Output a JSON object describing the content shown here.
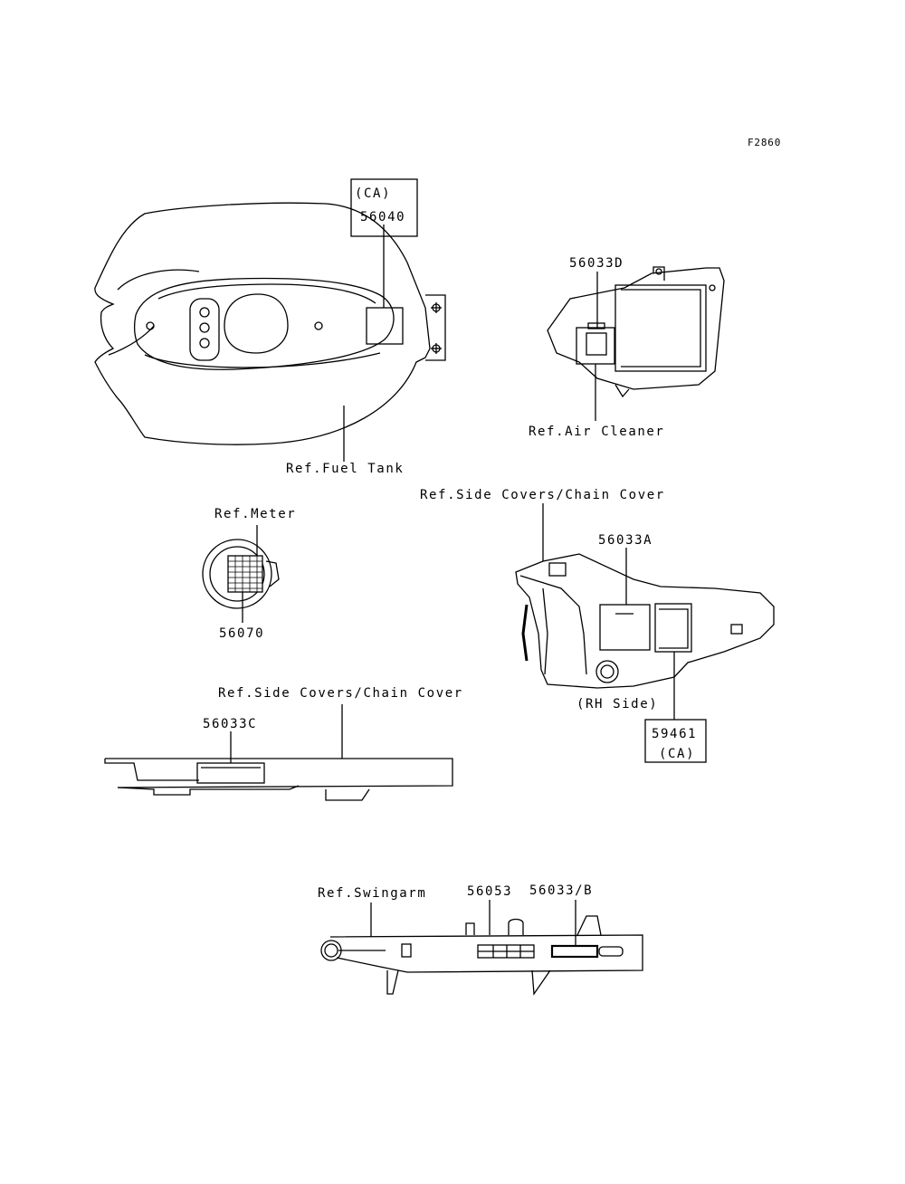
{
  "figure_id": "F2860",
  "callouts": {
    "fuel_tank_ref": "Ref.Fuel Tank",
    "fuel_tank_part": "56040",
    "fuel_tank_region": "(CA)",
    "air_cleaner_part": "56033D",
    "air_cleaner_ref": "Ref.Air Cleaner",
    "meter_ref": "Ref.Meter",
    "meter_part": "56070",
    "side_cover_ref": "Ref.Side Covers/Chain Cover",
    "side_cover_part": "56033A",
    "side_cover_side": "(RH Side)",
    "side_cover_part2": "59461",
    "side_cover_part2_region": "(CA)",
    "chain_cover_ref": "Ref.Side Covers/Chain Cover",
    "chain_cover_part": "56033C",
    "swingarm_ref": "Ref.Swingarm",
    "swingarm_part1": "56053",
    "swingarm_part2": "56033/B"
  }
}
